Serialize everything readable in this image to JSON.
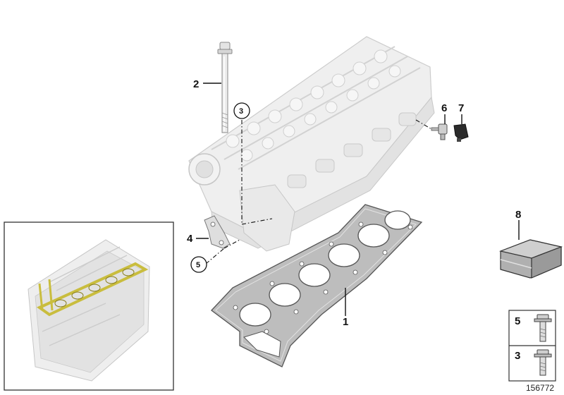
{
  "callouts": {
    "c1": "1",
    "c2": "2",
    "c3": "3",
    "c4": "4",
    "c5": "5",
    "c6": "6",
    "c7": "7",
    "c8": "8"
  },
  "legend": {
    "row1_num": "5",
    "row2_num": "3"
  },
  "diagram_id": "156772",
  "colors": {
    "part_fill": "#eeeeee",
    "part_shade": "#dcdcdc",
    "part_line": "#c4c4c4",
    "gasket_fill": "#bdbdbd",
    "gasket_line": "#555555",
    "inset_highlight": "#c9bd3e"
  }
}
